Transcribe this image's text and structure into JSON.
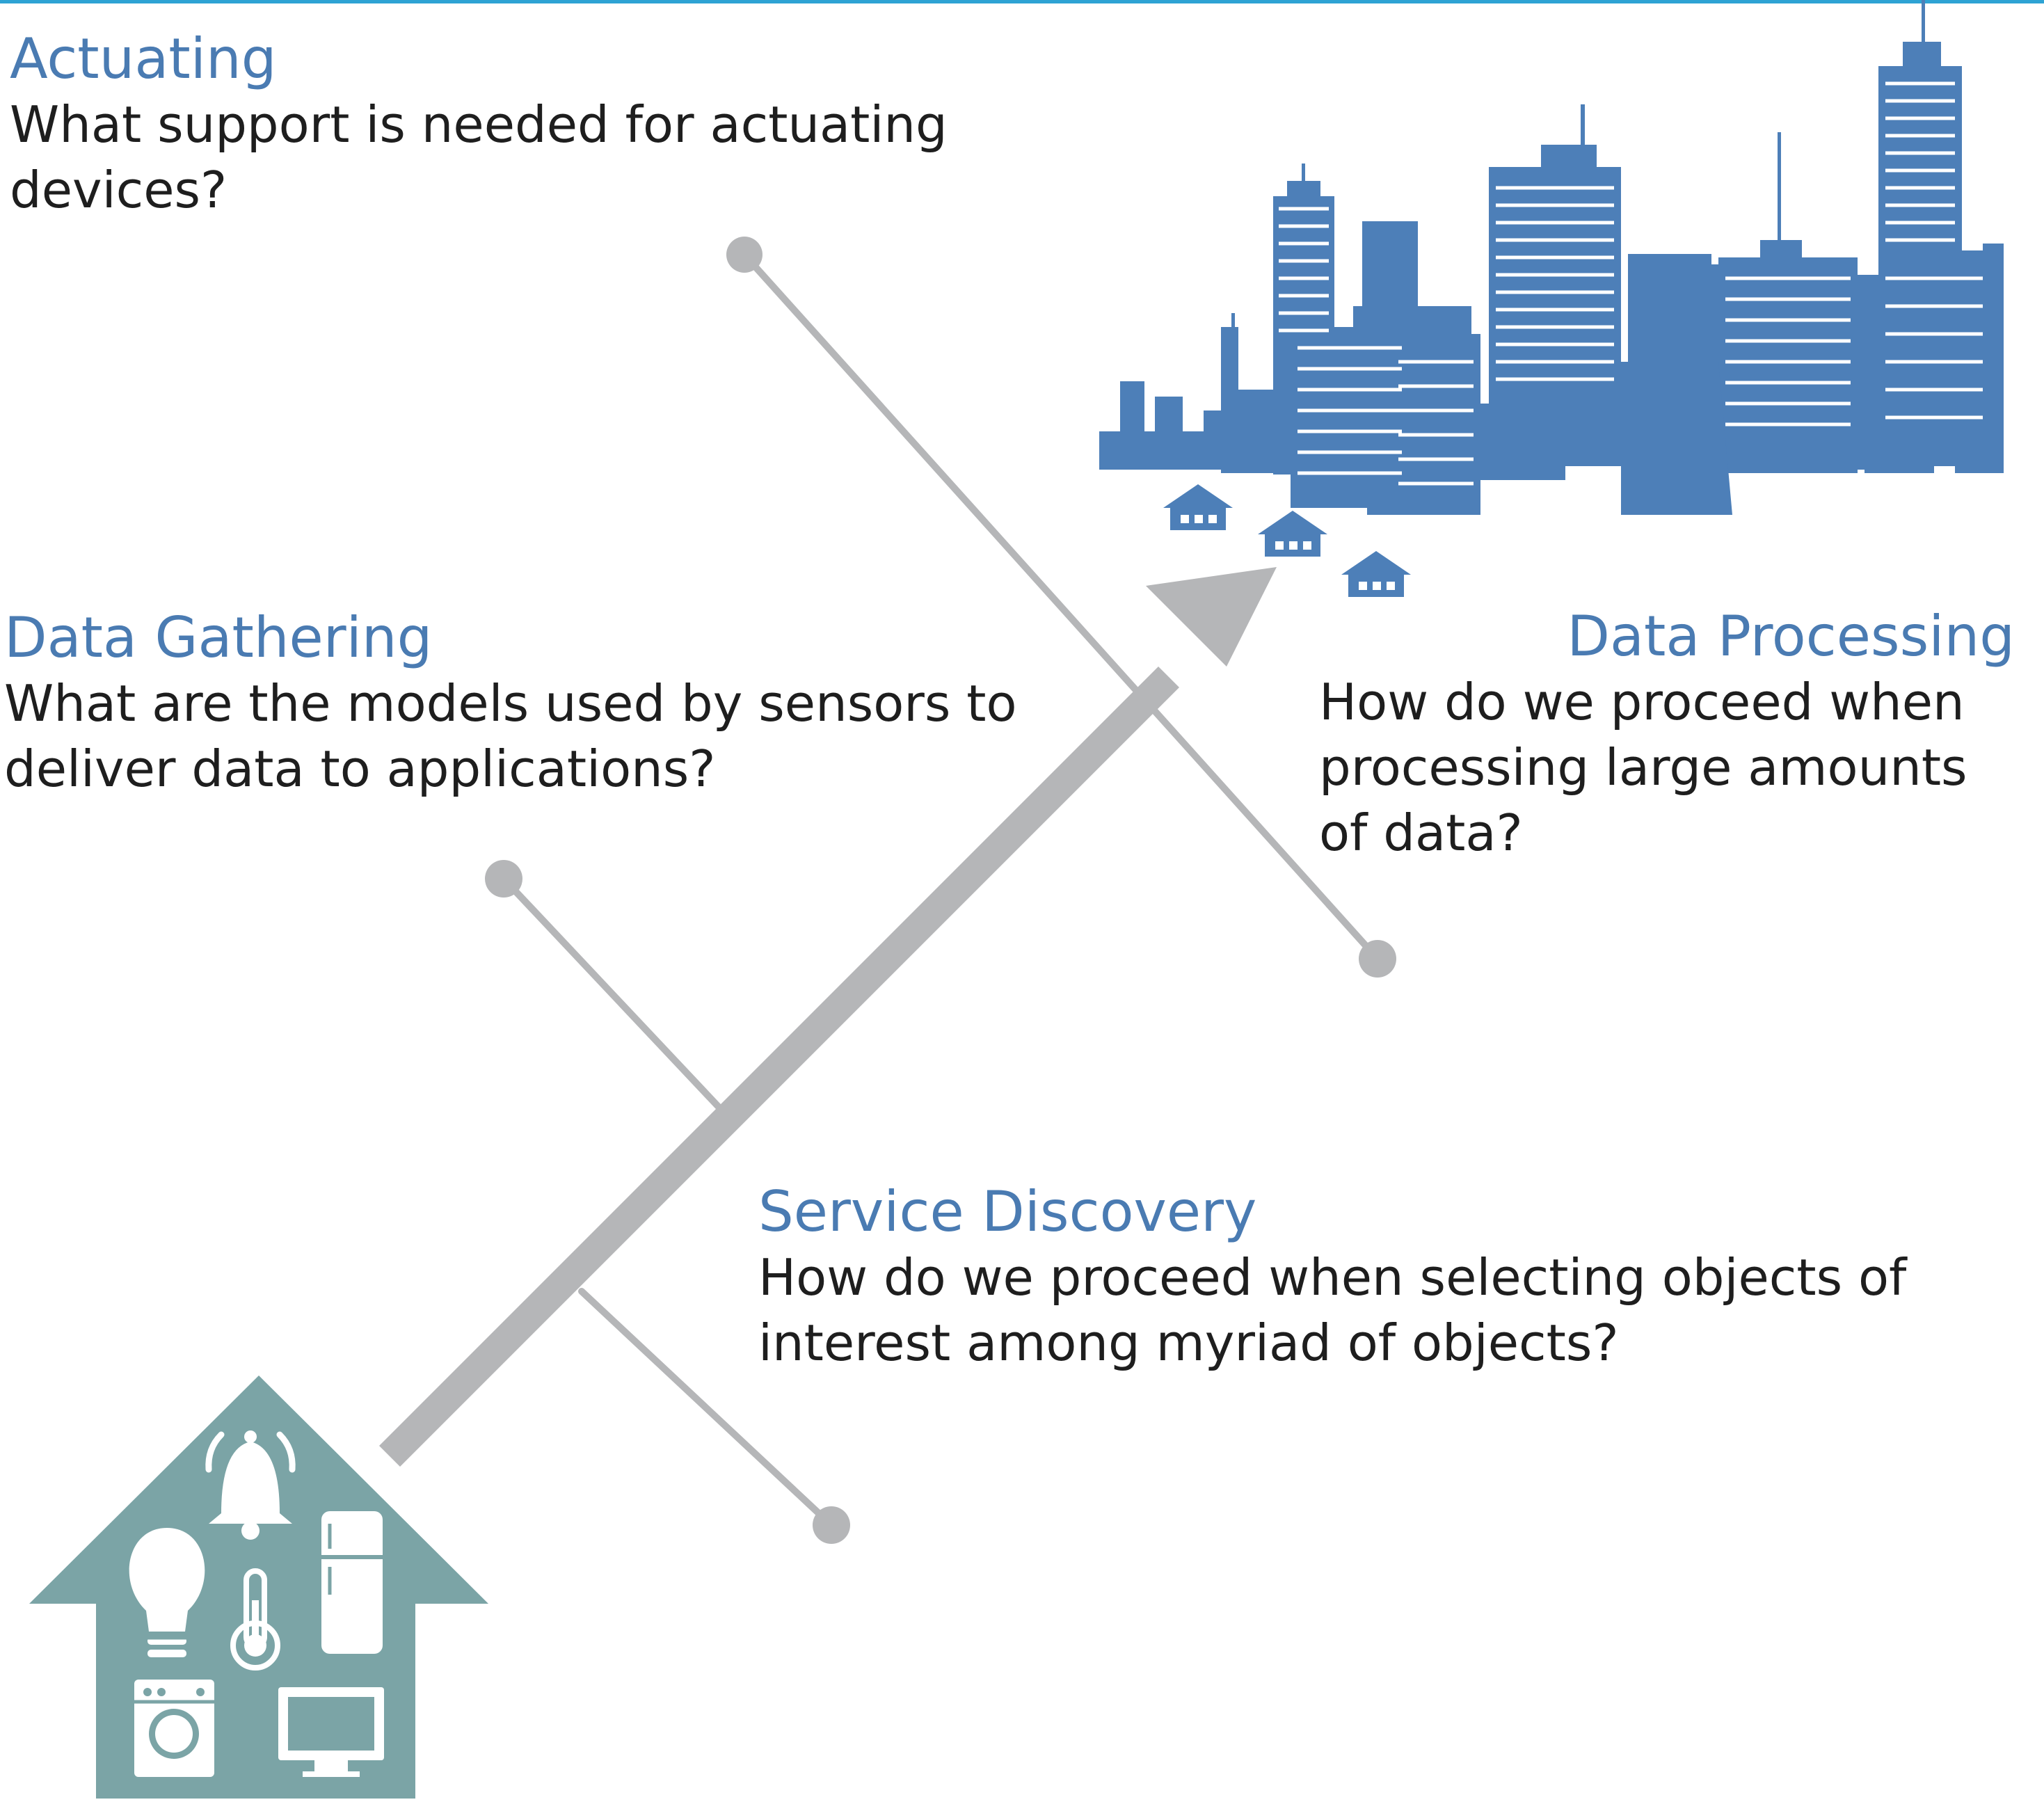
{
  "colors": {
    "heading": "#4a7bb2",
    "text": "#1e1e1e",
    "connector": "#b5b6b8",
    "city": "#4d7fb8",
    "home": "#7ba4a6",
    "top_rule": "#2ea3d4"
  },
  "icons": [
    "bell-icon",
    "light-bulb-icon",
    "thermometer-icon",
    "refrigerator-icon",
    "washing-machine-icon",
    "monitor-icon",
    "house-icon",
    "city-skyline-icon",
    "arrow-icon"
  ],
  "sections": {
    "actuating": {
      "title": "Actuating",
      "question": "What support is needed for actuating devices?"
    },
    "data_gathering": {
      "title": "Data Gathering",
      "question": "What are the models used by sensors to deliver data to applications?"
    },
    "data_processing": {
      "title": "Data Processing",
      "question": "How do we proceed when processing large amounts of data?"
    },
    "service_discovery": {
      "title": "Service Discovery",
      "question": "How do we proceed when selecting objects of interest among myriad of objects?"
    }
  }
}
